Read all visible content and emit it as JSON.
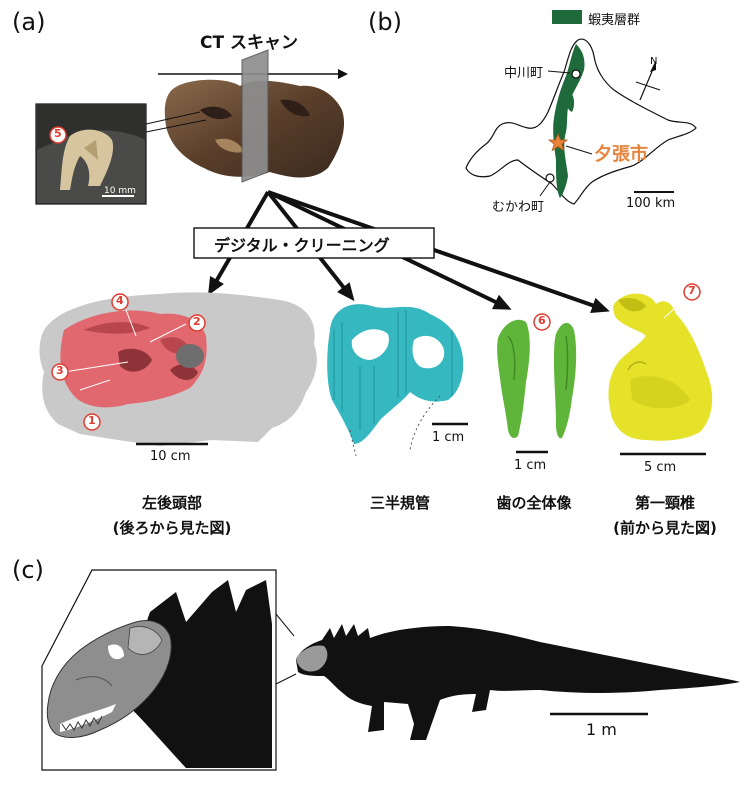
{
  "panels": {
    "a": "(a)",
    "b": "(b)",
    "c": "(c)"
  },
  "ct_scan": "CT スキャン",
  "digital_cleaning": "デジタル・クリーニング",
  "map": {
    "legend": "蝦夷層群",
    "town_north": "中川町",
    "city": "夕張市",
    "town_south": "むかわ町",
    "scalebar": "100 km",
    "north": "N",
    "formation_color": "#1f6a3a",
    "city_color": "#e8843a"
  },
  "markers": [
    "1",
    "2",
    "3",
    "4",
    "5",
    "6",
    "7"
  ],
  "insert_scale": "10 mm",
  "items": [
    {
      "caption_line1": "左後頭部",
      "caption_line2": "(後ろから見た図)",
      "scale": "10 cm"
    },
    {
      "caption_line1": "三半規管",
      "caption_line2": "",
      "scale": "1 cm"
    },
    {
      "caption_line1": "歯の全体像",
      "caption_line2": "",
      "scale": "1 cm"
    },
    {
      "caption_line1": "第一頸椎",
      "caption_line2": "(前から見た図)",
      "scale": "5 cm"
    }
  ],
  "silhouette_scale": "1 m",
  "colors": {
    "skull": "#e0686e",
    "canal": "#35b8c0",
    "tooth": "#5fb53a",
    "vertebra": "#e6e22a",
    "marker": "#e23b2f"
  }
}
